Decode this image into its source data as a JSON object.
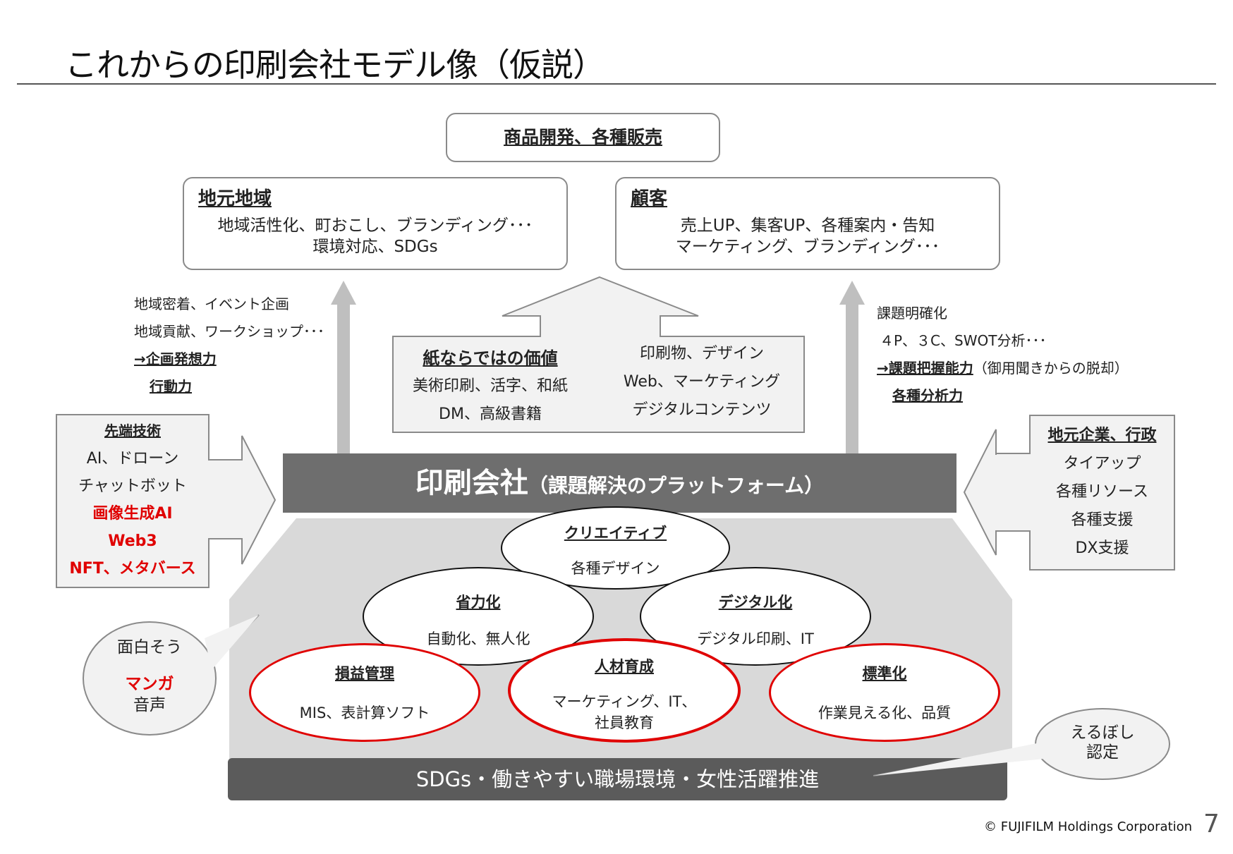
{
  "title": "これからの印刷会社モデル像（仮説）",
  "top_box": "商品開発、各種販売",
  "local": {
    "heading": "地元地域",
    "lines": [
      "地域活性化、町おこし、ブランディング･･･",
      "環境対応、SDGs"
    ]
  },
  "customer": {
    "heading": "顧客",
    "lines": [
      "売上UP、集客UP、各種案内・告知",
      "マーケティング、ブランディング･･･"
    ]
  },
  "left_notes": {
    "line1": "地域密着、イベント企画",
    "line2": "地域貢献、ワークショップ･･･",
    "bold1": "→企画発想力",
    "bold2": "行動力"
  },
  "right_notes": {
    "line1": "課題明確化",
    "line2": "４P、３C、SWOT分析･･･",
    "bold1": "→課題把握能力",
    "bold1_suffix": "（御用聞きからの脱却）",
    "bold2": "各種分析力"
  },
  "paper_value": {
    "heading": "紙ならではの価値",
    "left_lines": [
      "美術印刷、活字、和紙",
      "DM、高級書籍"
    ],
    "right_lines": [
      "印刷物、デザイン",
      "Web、マーケティング",
      "デジタルコンテンツ"
    ]
  },
  "tech": {
    "heading": "先端技術",
    "lines": [
      "AI、ドローン",
      "チャットボット"
    ],
    "red_lines": [
      "画像生成AI",
      "Web3",
      "NFT、メタバース"
    ]
  },
  "partners": {
    "heading": "地元企業、行政",
    "lines": [
      "タイアップ",
      "各種リソース",
      "各種支援",
      "DX支援"
    ]
  },
  "banner": {
    "main": "印刷会社",
    "sub": "（課題解決のプラットフォーム）"
  },
  "ellipses": {
    "creative": {
      "title": "クリエイティブ",
      "text": "各種デザイン"
    },
    "labor": {
      "title": "省力化",
      "text": "自動化、無人化"
    },
    "digital": {
      "title": "デジタル化",
      "text": "デジタル印刷、IT"
    },
    "profit": {
      "title": "損益管理",
      "text": "MIS、表計算ソフト"
    },
    "hr": {
      "title": "人材育成",
      "text1": "マーケティング、IT、",
      "text2": "社員教育"
    },
    "standard": {
      "title": "標準化",
      "text": "作業見える化、品質"
    }
  },
  "foundation": "SDGs・働きやすい職場環境・女性活躍推進",
  "bubble_left": {
    "line1": "面白そう",
    "red": "マンガ",
    "line2": "音声"
  },
  "bubble_right": {
    "line1": "えるぼし",
    "line2": "認定"
  },
  "copyright": "© FUJIFILM Holdings Corporation",
  "page_number": "7",
  "colors": {
    "accent_red": "#e00000",
    "banner_gray": "#6e6e6e",
    "house_gray": "#d9d9d9",
    "arrow_gray": "#bfbfbf",
    "panel_gray": "#f2f2f2"
  }
}
